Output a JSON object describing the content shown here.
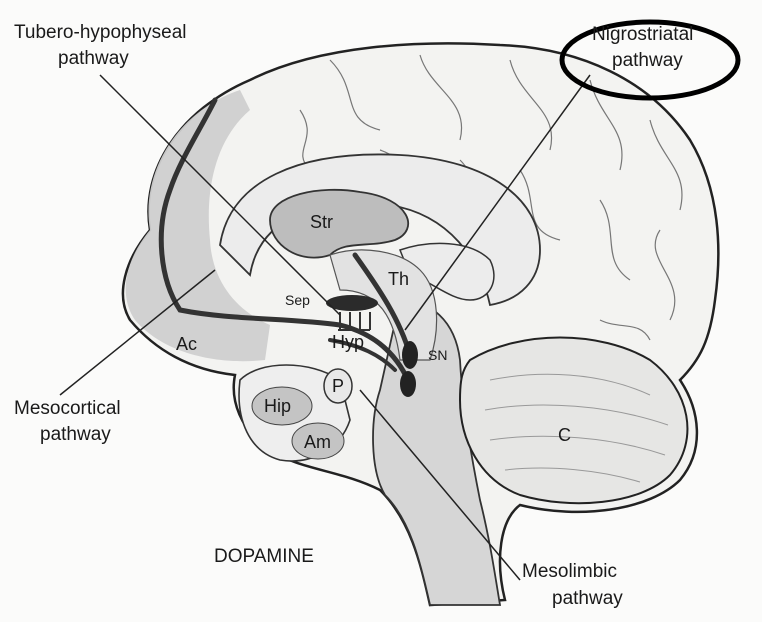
{
  "labels": {
    "tubero_line1": "Tubero-hypophyseal",
    "tubero_line2": "pathway",
    "nigro_line1": "Nigrostriatal",
    "nigro_line2": "pathway",
    "meso_cort_line1": "Mesocortical",
    "meso_cort_line2": "pathway",
    "meso_limb_line1": "Mesolimbic",
    "meso_limb_line2": "pathway",
    "title": "DOPAMINE"
  },
  "regions": {
    "str": "Str",
    "th": "Th",
    "sep": "Sep",
    "ac": "Ac",
    "hyp": "Hyp",
    "sn": "SN",
    "p": "P",
    "hip": "Hip",
    "am": "Am",
    "c": "C"
  },
  "colors": {
    "cortex_shade": "#cfcfcf",
    "deep_shade": "#bdbdbd",
    "stem_shade": "#d6d6d6",
    "pathway": "#333333",
    "highlight_ellipse": "#000000"
  }
}
